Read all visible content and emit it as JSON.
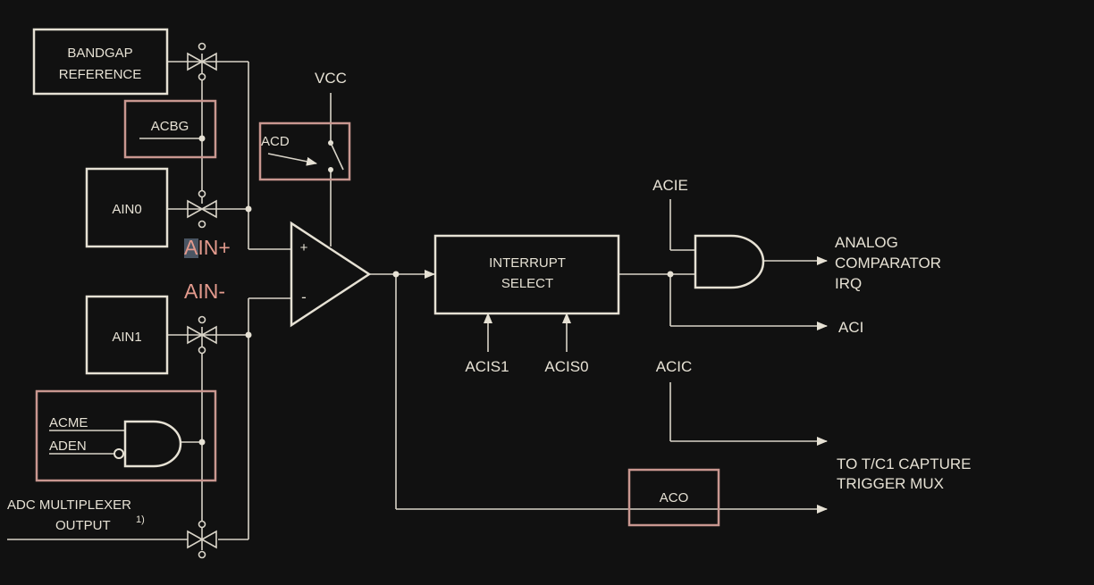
{
  "labels": {
    "bandgap_line1": "BANDGAP",
    "bandgap_line2": "REFERENCE",
    "acbg": "ACBG",
    "vcc": "VCC",
    "acd": "ACD",
    "ain0": "AIN0",
    "ain1": "AIN1",
    "ain_plus": "AIN+",
    "ain_minus": "AIN-",
    "plus_sign": "+",
    "minus_sign": "-",
    "interrupt_line1": "INTERRUPT",
    "interrupt_line2": "SELECT",
    "acis1": "ACIS1",
    "acis0": "ACIS0",
    "acie": "ACIE",
    "irq_line1": "ANALOG",
    "irq_line2": "COMPARATOR",
    "irq_line3": "IRQ",
    "aci": "ACI",
    "acic": "ACIC",
    "capture_line1": "TO T/C1 CAPTURE",
    "capture_line2": "TRIGGER MUX",
    "aco": "ACO",
    "acme": "ACME",
    "aden": "ADEN",
    "adc_mux_line1": "ADC MULTIPLEXER",
    "adc_mux_line2": "OUTPUT",
    "footnote": "1)"
  },
  "colors": {
    "background": "#111111",
    "line": "#e6e1d4",
    "highlight_box": "#c99790",
    "pin_label": "#e39a8d"
  }
}
